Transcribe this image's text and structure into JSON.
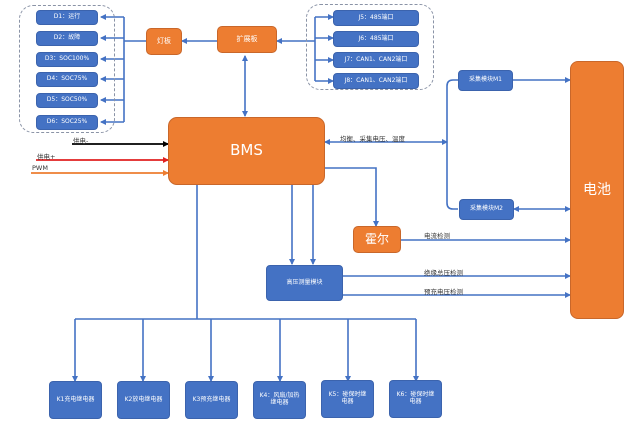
{
  "diagram": {
    "colors": {
      "block_blue": "#4472c4",
      "block_orange": "#ed7d31",
      "wire_blue": "#4472c4",
      "wire_black": "#000000",
      "wire_red": "#e02020",
      "wire_orange": "#ed7d31"
    },
    "indicator_leds": [
      "D1：运行",
      "D2：故障",
      "D3：SOC100%",
      "D4：SOC75%",
      "D5：SOC50%",
      "D6：SOC25%"
    ],
    "light_board": "灯板",
    "expansion_board": "扩展板",
    "ports": [
      "J5：485端口",
      "J6：485端口",
      "J7：CAN1、CAN2端口",
      "J8：CAN1、CAN2端口"
    ],
    "bms": "BMS",
    "inputs": {
      "power_neg": "供电-",
      "power_pos": "供电+",
      "pwm": "PWM"
    },
    "balance_label": "均衡、采集电压、温度",
    "acq_module_1": "采集模块M1",
    "acq_module_2": "采集模块M2",
    "battery": "电池",
    "hall": "霍尔",
    "current_detect": "电流检测",
    "hv_module": "高压测量模块",
    "insulation_detect": "绝缘总压检测",
    "precharge_detect": "预充电压检测",
    "relays": [
      "K1充电继电器",
      "K2放电继电器",
      "K3预充继电器",
      "K4：风扇/加热继电器",
      "K5：碰保时继电器",
      "K6：碰保时继电器"
    ]
  }
}
